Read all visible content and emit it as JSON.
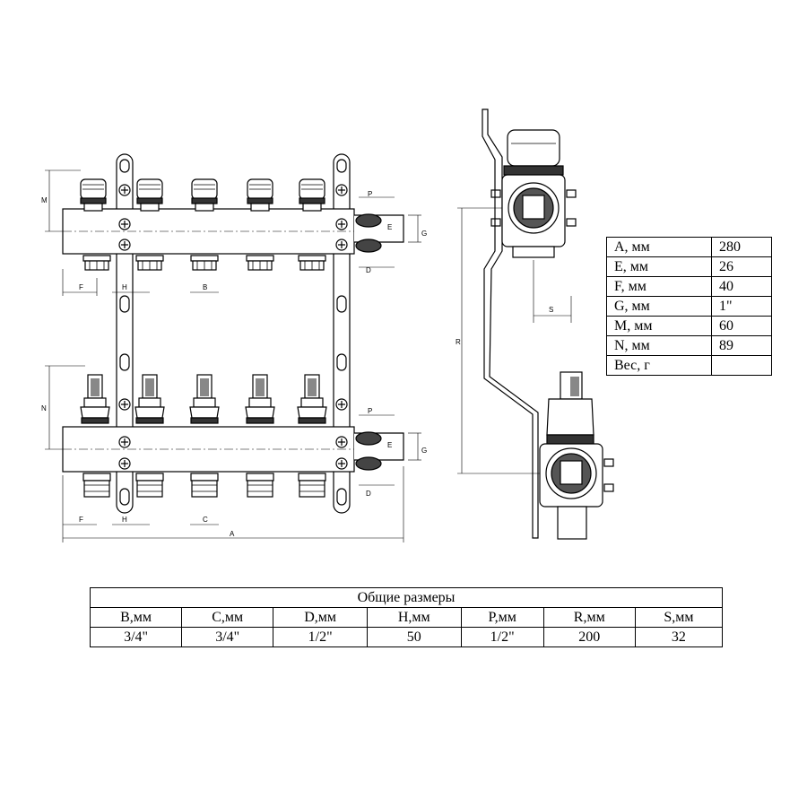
{
  "drawing": {
    "front_labels": {
      "M": "M",
      "N": "N",
      "P_top": "P",
      "P_bottom": "P",
      "E_top": "E",
      "E_bottom": "E",
      "G_top": "G",
      "G_bottom": "G",
      "D_top": "D",
      "D_bottom": "D",
      "F_top": "F",
      "F_bottom": "F",
      "H_top": "H",
      "H_bottom": "H",
      "B": "B",
      "C": "C",
      "A": "A"
    },
    "side_labels": {
      "R": "R",
      "S": "S"
    }
  },
  "side_table": {
    "rows": [
      {
        "key": "А, мм",
        "value": "280"
      },
      {
        "key": "E, мм",
        "value": "26"
      },
      {
        "key": "F, мм",
        "value": "40"
      },
      {
        "key": "G, мм",
        "value": "1\""
      },
      {
        "key": "M, мм",
        "value": "60"
      },
      {
        "key": "N, мм",
        "value": "89"
      },
      {
        "key": "Вес, г",
        "value": ""
      }
    ]
  },
  "dims_table": {
    "caption": "Общие размеры",
    "headers": [
      "B,мм",
      "C,мм",
      "D,мм",
      "H,мм",
      "P,мм",
      "R,мм",
      "S,мм"
    ],
    "values": [
      "3/4\"",
      "3/4\"",
      "1/2\"",
      "50",
      "1/2\"",
      "200",
      "32"
    ]
  }
}
